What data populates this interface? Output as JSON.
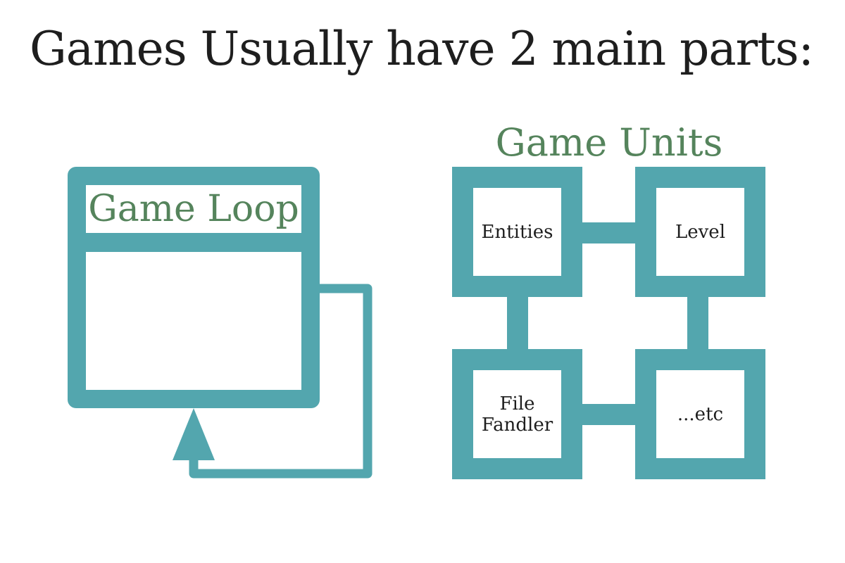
{
  "title": "Games Usually have 2 main parts:",
  "colors": {
    "accent": "#53a6ae",
    "label_green": "#55845c",
    "text": "#1e1e1e"
  },
  "game_loop": {
    "label": "Game Loop",
    "icon": "loop-arrow-icon"
  },
  "game_units": {
    "label": "Game Units",
    "units": [
      {
        "line1": "Entities",
        "line2": ""
      },
      {
        "line1": "Level",
        "line2": ""
      },
      {
        "line1": "File",
        "line2": "Fandler"
      },
      {
        "line1": "...etc",
        "line2": ""
      }
    ]
  }
}
